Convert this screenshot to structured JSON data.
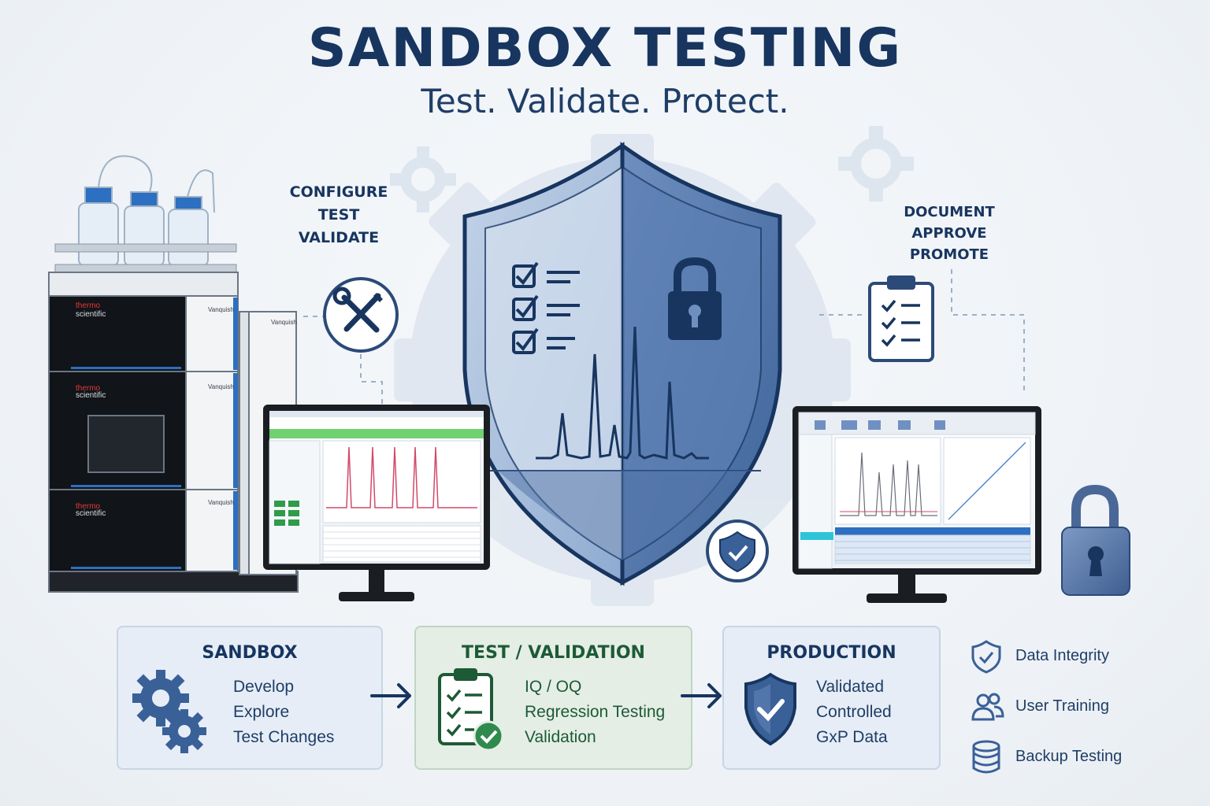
{
  "header": {
    "title": "SANDBOX TESTING",
    "subtitle": "Test. Validate. Protect."
  },
  "left_steps": [
    "CONFIGURE",
    "TEST",
    "VALIDATE"
  ],
  "right_steps": [
    "DOCUMENT",
    "APPROVE",
    "PROMOTE"
  ],
  "instrument": {
    "brand_line1": "thermo",
    "brand_line2": "scientific",
    "model": "Vanquish"
  },
  "stages": [
    {
      "title": "SANDBOX",
      "items": [
        "Develop",
        "Explore",
        "Test Changes"
      ]
    },
    {
      "title": "TEST / VALIDATION",
      "items": [
        "IQ / OQ",
        "Regression Testing",
        "Validation"
      ]
    },
    {
      "title": "PRODUCTION",
      "items": [
        "Validated",
        "Controlled",
        "GxP Data"
      ]
    }
  ],
  "features": [
    {
      "label": "Data Integrity",
      "icon": "shield-check-icon"
    },
    {
      "label": "User Training",
      "icon": "users-icon"
    },
    {
      "label": "Backup Testing",
      "icon": "database-icon"
    }
  ],
  "colors": {
    "navy": "#17355f",
    "shield_blue": "#3a6098",
    "light_blue": "#e6edf6",
    "green": "#1d5a36",
    "light_green": "#e4eee5",
    "accent_blue": "#2d6fc0",
    "chromatogram_red": "#d24a6a"
  }
}
